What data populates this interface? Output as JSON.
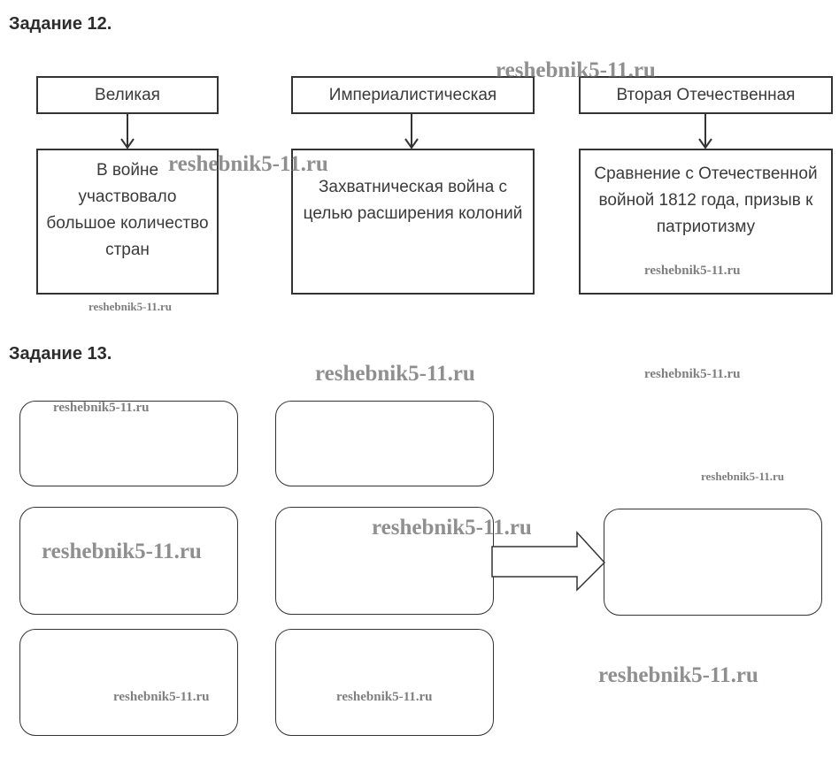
{
  "task12": {
    "title": "Задание 12.",
    "columns": [
      {
        "header": "Великая",
        "text": "В войне участвовало большое количество стран"
      },
      {
        "header": "Империалистическая",
        "text": "Захватническая война с целью расширения колоний"
      },
      {
        "header": "Вторая Отечественная",
        "text": "Сравнение с Отечественной войной 1812 года, призыв к патриотизму"
      }
    ]
  },
  "task13": {
    "title": "Задание 13."
  },
  "watermark": "reshebnik5-11.ru"
}
